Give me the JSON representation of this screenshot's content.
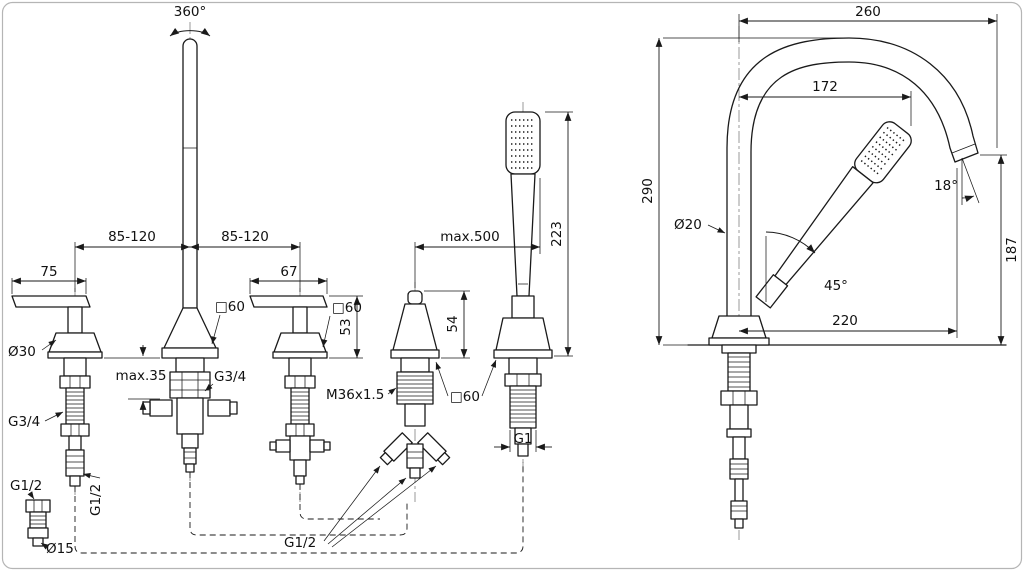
{
  "front_view": {
    "rotation_label": "360°",
    "lever_left_width": "75",
    "spacing_left": "85-120",
    "spacing_right": "85-120",
    "lever_right_width": "67",
    "hose_length": "max.500",
    "shower_height": "223",
    "handle_height": "53",
    "diverter_height": "54",
    "spout_escutcheon": "□60",
    "handle_escutcheon": "□60",
    "diverter_holder_escutcheon": "□60",
    "handle_diameter": "Ø30",
    "deck_thickness": "max.35",
    "spout_thread": "G3/4",
    "handle_thread": "G3/4",
    "diverter_thread": "M36x1.5",
    "holder_thread": "G1",
    "inlet_thread": "G1/2",
    "inlet_thread_vertical": "G1/2",
    "connection_thread": "G1/2",
    "adapter_diameter": "Ø15"
  },
  "side_view": {
    "total_reach": "260",
    "inner_reach": "172",
    "spout_height": "290",
    "outlet_angle": "18°",
    "outlet_height": "187",
    "spout_diameter": "Ø20",
    "holder_angle": "45°",
    "outlet_reach": "220"
  }
}
